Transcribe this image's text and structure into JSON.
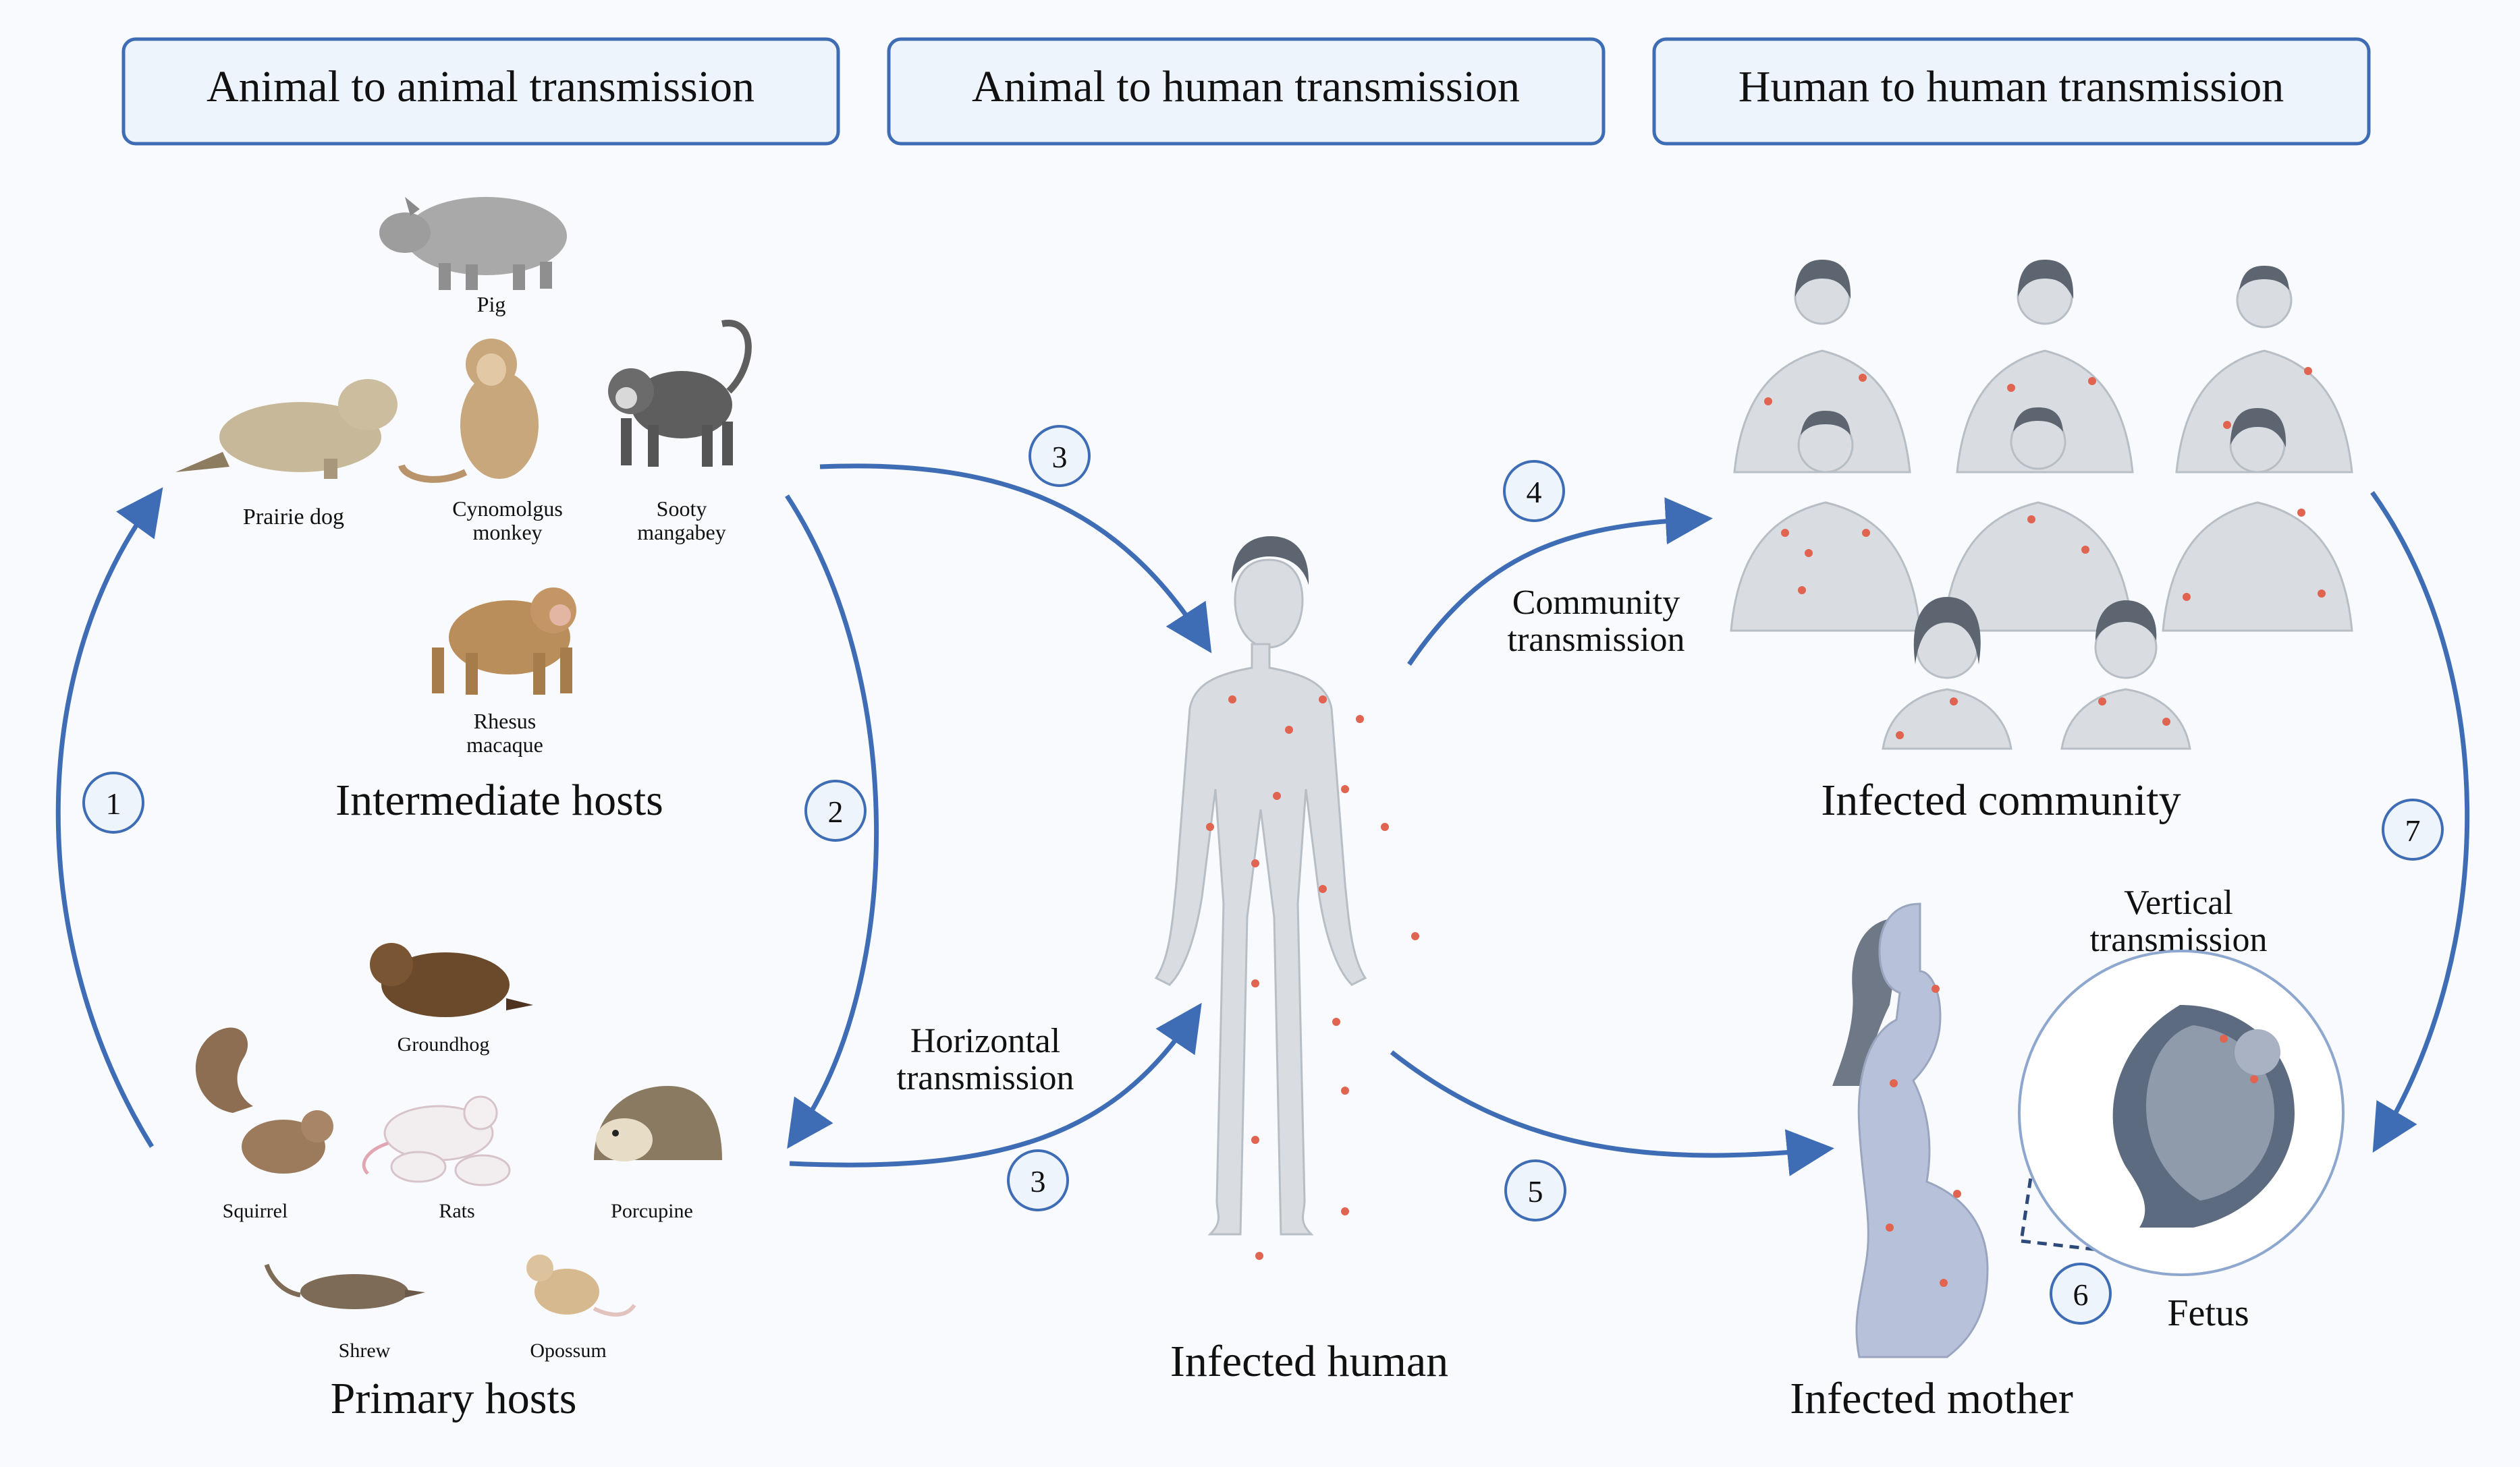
{
  "headers": [
    "Animal to animal transmission",
    "Animal to human transmission",
    "Human to human transmission"
  ],
  "groups": {
    "intermediate_hosts": "Intermediate hosts",
    "primary_hosts": "Primary hosts",
    "infected_human": "Infected human",
    "infected_community": "Infected community",
    "infected_mother": "Infected mother",
    "fetus": "Fetus"
  },
  "animals": {
    "pig": "Pig",
    "prairie_dog": "Prairie dog",
    "cynomolgus_1": "Cynomolgus",
    "cynomolgus_2": "monkey",
    "sooty_1": "Sooty",
    "sooty_2": "mangabey",
    "rhesus_1": "Rhesus",
    "rhesus_2": "macaque",
    "groundhog": "Groundhog",
    "squirrel": "Squirrel",
    "rats": "Rats",
    "porcupine": "Porcupine",
    "shrew": "Shrew",
    "opossum": "Opossum"
  },
  "routes": {
    "horizontal_1": "Horizontal",
    "horizontal_2": "transmission",
    "community_1": "Community",
    "community_2": "transmission",
    "vertical_1": "Vertical",
    "vertical_2": "transmission"
  },
  "step_numbers": {
    "s1": "1",
    "s2": "2",
    "s3a": "3",
    "s3b": "3",
    "s4": "4",
    "s5": "5",
    "s6": "6",
    "s7": "7"
  },
  "colors": {
    "arrow": "#3f6db5",
    "header_border": "#3f6db5",
    "header_fill": "#eef4fc",
    "lesion": "#e06450",
    "body": "#d9dde2",
    "hair": "#5d6570"
  }
}
